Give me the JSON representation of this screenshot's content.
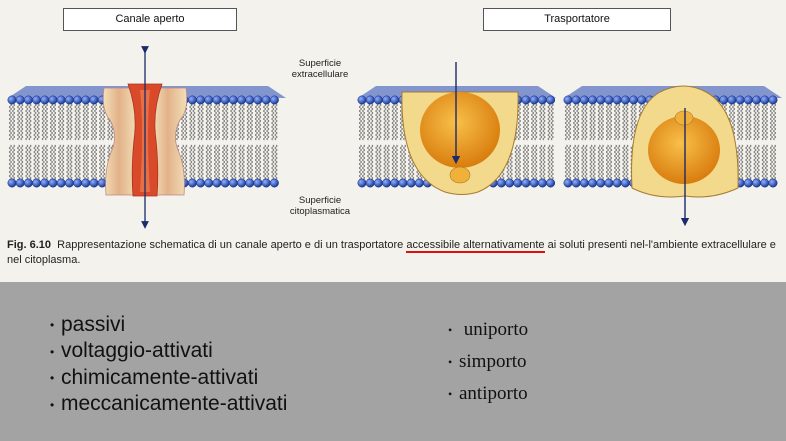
{
  "figure": {
    "box_left": "Canale aperto",
    "box_right": "Trasportatore",
    "surface_top_line1": "Superficie",
    "surface_top_line2": "extracellulare",
    "surface_bottom_line1": "Superficie",
    "surface_bottom_line2": "citoplasmatica",
    "caption_label": "Fig. 6.10",
    "caption_before": "Rappresentazione schematica di un canale aperto e di un trasportatore ",
    "caption_highlight": "accessibile alternativamente",
    "caption_after": " ai soluti presenti nel-l'ambiente extracellulare e nel citoplasma.",
    "colors": {
      "head": "#2748b8",
      "tail": "#d8c88c",
      "channel": "#d84a2a",
      "channel_light": "#f0d9ab",
      "transporter_outer": "#f3d98c",
      "transporter_inner": "#e89a1c"
    }
  },
  "bullet_symbol": "•",
  "list_left": [
    "passivi",
    "voltaggio-attivati",
    "chimicamente-attivati",
    "meccanicamente-attivati"
  ],
  "list_right": [
    " uniporto",
    "simporto",
    "antiporto"
  ]
}
